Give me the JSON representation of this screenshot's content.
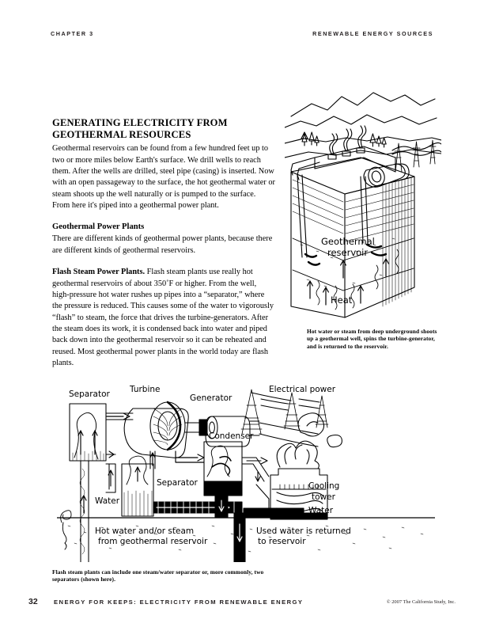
{
  "header": {
    "chapter": "CHAPTER 3",
    "section": "RENEWABLE ENERGY SOURCES"
  },
  "main": {
    "section_title_line1": "GENERATING ELECTRICITY FROM",
    "section_title_line2": "GEOTHERMAL RESOURCES",
    "intro_paragraph": "Geothermal reservoirs can be found from a few hundred feet up to two or more miles below Earth's surface. We drill wells to reach them. After the wells are drilled, steel pipe (casing) is inserted. Now with an open passageway to the surface, the hot geothermal water or steam shoots up the well naturally or is pumped to the surface. From here it's piped into a geothermal power plant.",
    "subhead": "Geothermal Power Plants",
    "subhead_paragraph": "There are different kinds of geothermal power plants, because there are different kinds of geothermal reservoirs.",
    "flash_lead": "Flash Steam Power Plants.",
    "flash_paragraph": " Flash steam plants use really hot geothermal reservoirs of about 350˚F or higher. From the well, high-pressure hot water rushes up pipes into a “separator,” where the pressure is reduced. This causes some of the water to vigorously “flash” to steam, the force that drives the turbine-generators. After the steam does its work, it is condensed back into water and piped back down into the geothermal reservoir so it can be reheated and reused. Most geothermal power plants in the world today are flash plants."
  },
  "figures": {
    "cross_section": {
      "caption": "Hot water or steam from deep underground shoots up a geothermal well, spins the turbine-generator, and is returned to the reservoir.",
      "labels": {
        "reservoir_line1": "Geothermal",
        "reservoir_line2": "reservoir",
        "heat": "Heat"
      }
    },
    "flash_plant": {
      "caption": "Flash steam plants can include one steam/water separator or, more commonly, two separators (shown here).",
      "labels": {
        "separator_top": "Separator",
        "turbine": "Turbine",
        "generator": "Generator",
        "electrical_power": "Electrical power",
        "condenser": "Condenser",
        "cooling_tower_line1": "Cooling",
        "cooling_tower_line2": "tower",
        "water_right": "Water",
        "separator_lower": "Separator",
        "water_left": "Water",
        "hot_water_line1": "Hot water and/or steam",
        "hot_water_line2": "from geothermal reservoir",
        "used_water_line1": "Used water is returned",
        "used_water_line2": "to reservoir"
      }
    }
  },
  "footer": {
    "page_number": "32",
    "book_title": "ENERGY FOR KEEPS: ELECTRICITY FROM RENEWABLE ENERGY",
    "copyright": "© 2007 The California Study, Inc."
  },
  "colors": {
    "ink": "#000000",
    "page": "#ffffff",
    "runhead": "#231f20"
  }
}
